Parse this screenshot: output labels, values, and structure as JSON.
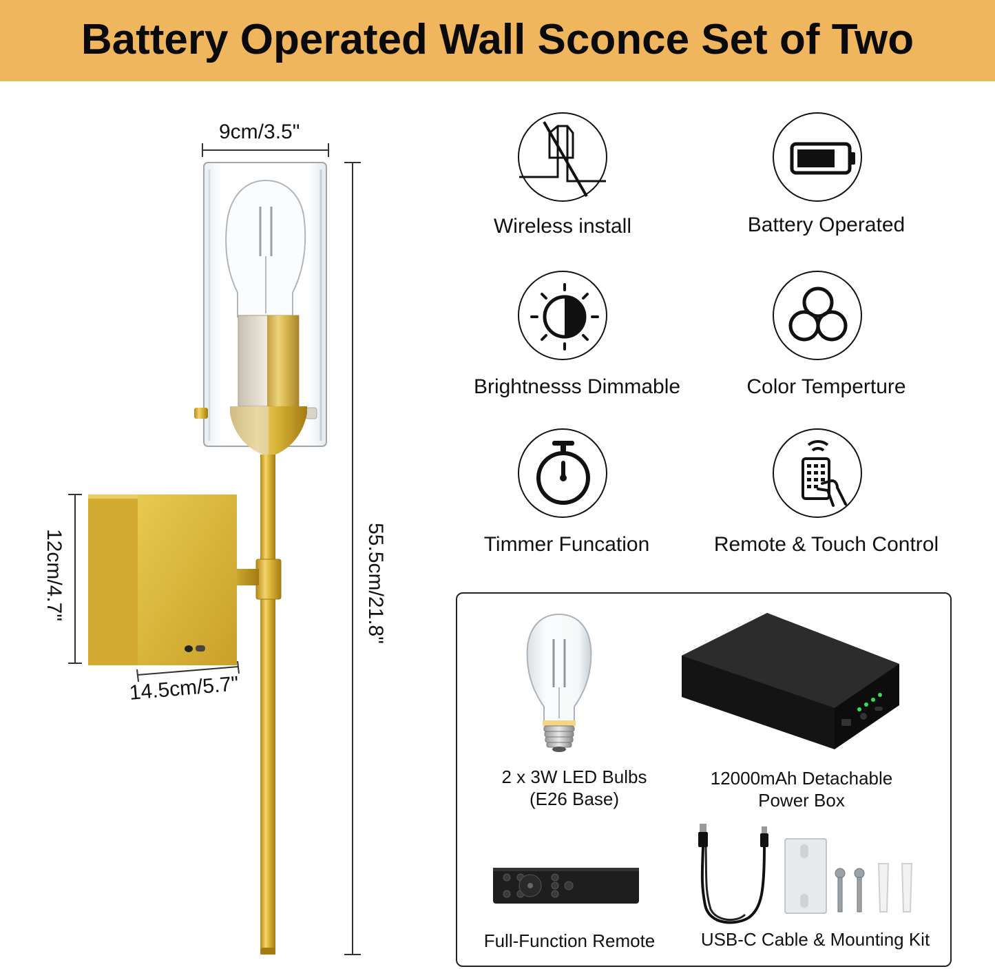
{
  "title": "Battery Operated Wall Sconce Set of Two",
  "dimensions": {
    "width_top": "9cm/3.5\"",
    "height_total": "55.5cm/21.8\"",
    "height_base": "12cm/4.7\"",
    "width_base": "14.5cm/5.7\""
  },
  "features": [
    {
      "label": "Wireless install",
      "icon": "no-wire-icon"
    },
    {
      "label": "Battery Operated",
      "icon": "battery-icon"
    },
    {
      "label": "Brightnesss Dimmable",
      "icon": "brightness-icon"
    },
    {
      "label": "Color Temperture",
      "icon": "color-circles-icon"
    },
    {
      "label": "Timmer Funcation",
      "icon": "stopwatch-icon"
    },
    {
      "label": "Remote & Touch Control",
      "icon": "remote-hand-icon"
    }
  ],
  "package": {
    "bulbs": {
      "line1": "2 x 3W LED Bulbs",
      "line2": "(E26 Base)"
    },
    "power_box": {
      "line1": "12000mAh Detachable",
      "line2": "Power Box"
    },
    "remote": {
      "label": "Full-Function Remote"
    },
    "kit": {
      "label": "USB-C Cable & Mounting Kit"
    }
  },
  "colors": {
    "banner": "#f0b65e",
    "brass": "#d8b23a"
  }
}
